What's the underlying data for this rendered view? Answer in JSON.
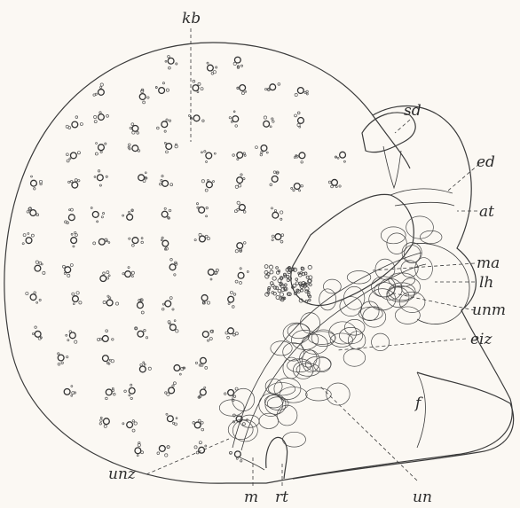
{
  "figure": {
    "labels": [
      {
        "key": "kb",
        "text": "kb"
      },
      {
        "key": "sd",
        "text": "sd"
      },
      {
        "key": "ed",
        "text": "ed"
      },
      {
        "key": "at",
        "text": "at"
      },
      {
        "key": "ma",
        "text": "ma"
      },
      {
        "key": "lh",
        "text": "lh"
      },
      {
        "key": "unm",
        "text": "unm"
      },
      {
        "key": "eiz",
        "text": "eiz"
      },
      {
        "key": "f",
        "text": "f"
      },
      {
        "key": "unz",
        "text": "unz"
      },
      {
        "key": "m",
        "text": "m"
      },
      {
        "key": "rt",
        "text": "rt"
      },
      {
        "key": "un",
        "text": "un"
      }
    ]
  }
}
